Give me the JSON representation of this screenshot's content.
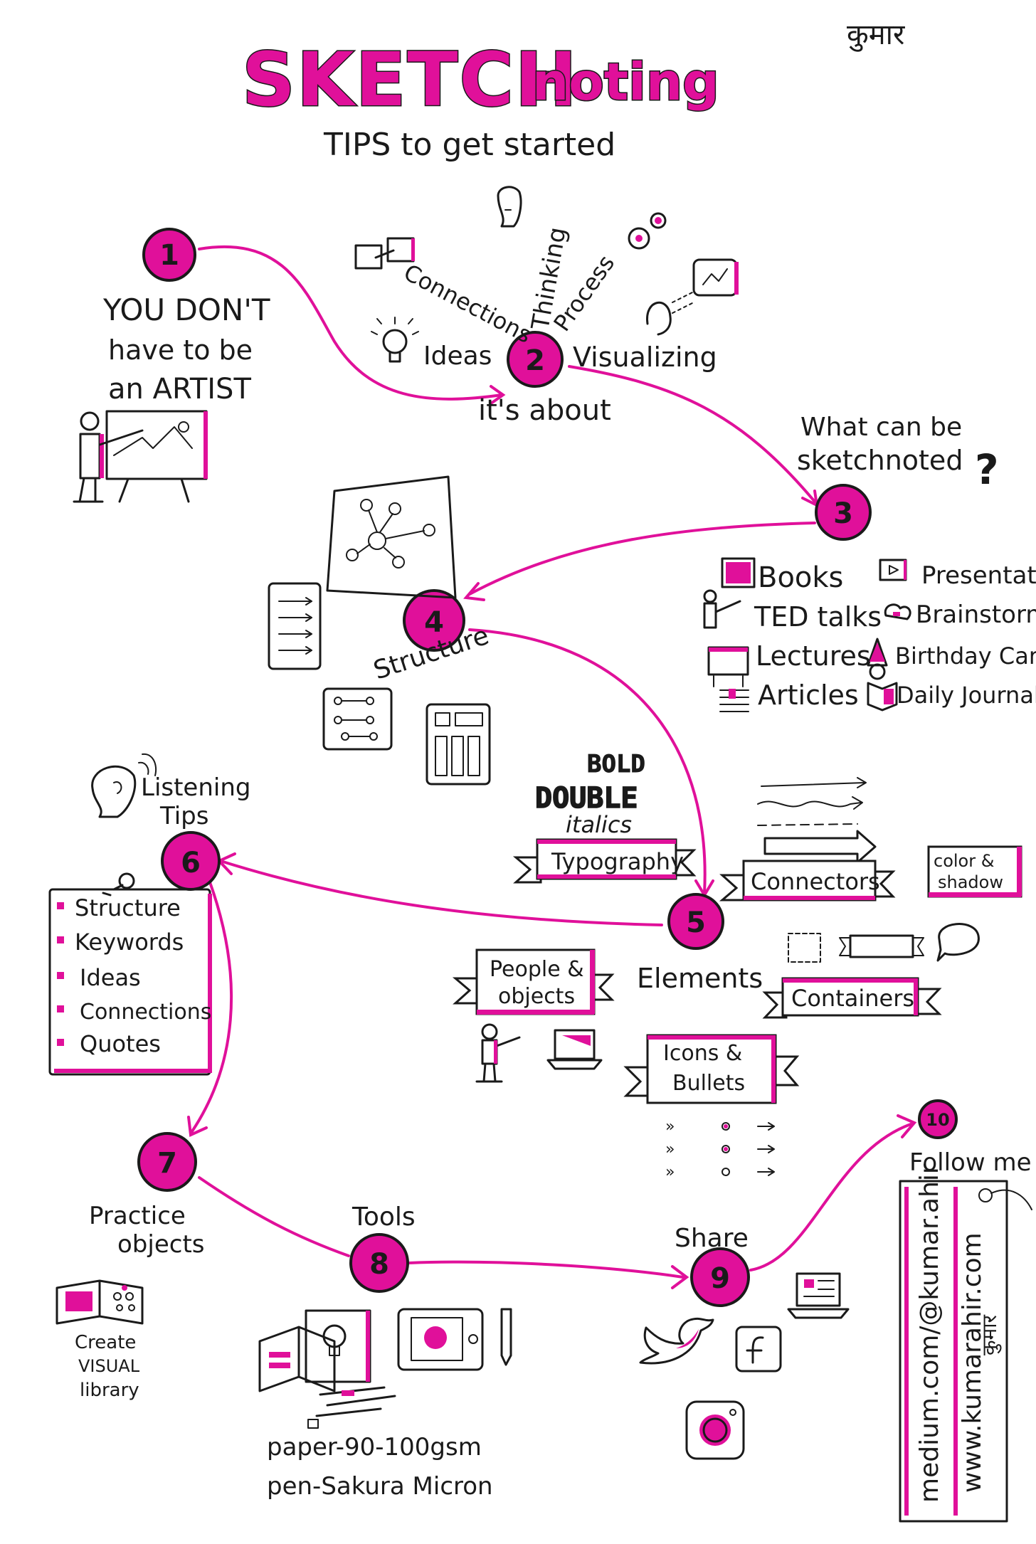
{
  "title": {
    "part1": "SKETCH",
    "part2": "noting",
    "subtitle": "TIPS to get started"
  },
  "signature": "कुमार",
  "colors": {
    "accent": "#e0109a",
    "ink": "#1a1a1a",
    "paper": "#ffffff"
  },
  "nodes": [
    {
      "id": "1",
      "label": "1"
    },
    {
      "id": "2",
      "label": "2"
    },
    {
      "id": "3",
      "label": "3"
    },
    {
      "id": "4",
      "label": "4"
    },
    {
      "id": "5",
      "label": "5"
    },
    {
      "id": "6",
      "label": "6"
    },
    {
      "id": "7",
      "label": "7"
    },
    {
      "id": "8",
      "label": "8"
    },
    {
      "id": "9",
      "label": "9"
    },
    {
      "id": "10",
      "label": "10"
    }
  ],
  "step1": {
    "lines": [
      "YOU DON'T",
      "have to be",
      "an ARTIST"
    ]
  },
  "step2": {
    "ideas": "Ideas",
    "connections": "Connections",
    "thinking": "Thinking",
    "process": "Process",
    "visualizing": "Visualizing",
    "about": "it's about"
  },
  "step3": {
    "question": [
      "What can be",
      "sketchnoted"
    ],
    "qmark": "?",
    "items_left": [
      "Books",
      "TED talks",
      "Lectures",
      "Articles"
    ],
    "items_right": [
      "Presentatio",
      "Brainstorm",
      "Birthday Card",
      "Daily Journal"
    ]
  },
  "step4": {
    "label": "Structure"
  },
  "step5": {
    "label": "Elements",
    "typo_samples": [
      "BOLD",
      "DOUBLE",
      "italics"
    ],
    "typography": "Typography",
    "connectors": "Connectors",
    "color_shadow": [
      "color &",
      "shadow"
    ],
    "people_objects": [
      "People &",
      "objects"
    ],
    "containers": "Containers",
    "icons_bullets": [
      "Icons &",
      "Bullets"
    ]
  },
  "step6": {
    "title": [
      "Listening",
      "Tips"
    ],
    "list": [
      "Structure",
      "Keywords",
      "Ideas",
      "Connections",
      "Quotes"
    ]
  },
  "step7": {
    "title": [
      "Practice",
      "objects"
    ],
    "note": [
      "Create",
      "VISUAL",
      "library"
    ]
  },
  "step8": {
    "title": "Tools",
    "paper": "paper-90-100gsm",
    "pen": "pen-Sakura Micron"
  },
  "step9": {
    "title": "Share"
  },
  "step10": {
    "title": "Follow me",
    "medium": "medium.com/@kumar.ahir",
    "web": "www.kumarahir.com",
    "sign": "कुमार"
  }
}
